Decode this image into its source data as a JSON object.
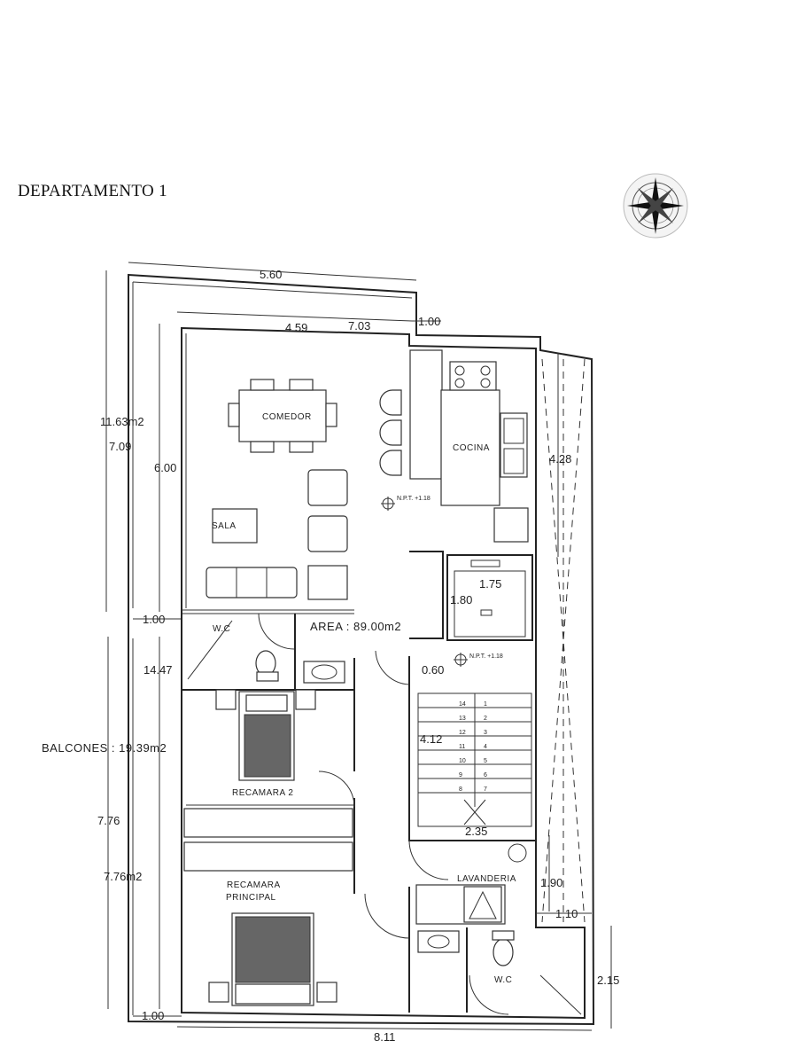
{
  "title": "DEPARTAMENTO 1",
  "north_arrow": {
    "icon": "compass-rose-icon"
  },
  "rooms": {
    "comedor": "COMEDOR",
    "cocina": "COCINA",
    "sala": "SALA",
    "wc_top": "W.C",
    "recamara2": "RECAMARA 2",
    "recamara_principal_1": "RECAMARA",
    "recamara_principal_2": "PRINCIPAL",
    "lavanderia": "LAVANDERIA",
    "wc_bottom": "W.C"
  },
  "labels": {
    "area": "AREA : 89.00m2",
    "balcones": "BALCONES : 19.39m2",
    "area_top": "11.63m2",
    "area_bottom": "7.76m2",
    "npt1": "N.P.T. +1.18",
    "npt2": "N.P.T. +1.18"
  },
  "dimensions": {
    "top_width": "5.60",
    "inner_width": "4.59",
    "width_703": "7.03",
    "width_100_top": "1.00",
    "h709": "7.09",
    "h600": "6.00",
    "h428": "4.28",
    "elev_175": "1.75",
    "elev_180": "1.80",
    "w100_mid": "1.00",
    "h1447": "14.47",
    "h060": "0.60",
    "stair_412": "4.12",
    "h776": "7.76",
    "stair_235": "2.35",
    "h190": "1.90",
    "w110": "1.10",
    "h215": "2.15",
    "w100_bottom": "1.00",
    "bottom_width": "8.11"
  },
  "stairs": {
    "left_steps": [
      "14",
      "13",
      "12",
      "11",
      "10",
      "9",
      "8"
    ],
    "right_steps": [
      "1",
      "2",
      "3",
      "4",
      "5",
      "6",
      "7"
    ]
  }
}
